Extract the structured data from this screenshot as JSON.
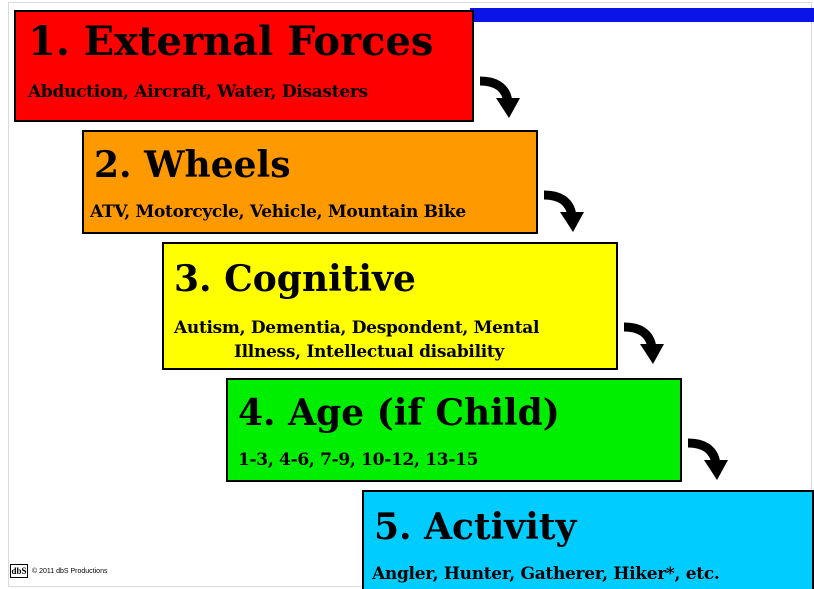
{
  "steps": [
    {
      "title": "1.  External Forces",
      "subtitle": "Abduction, Aircraft, Water, Disasters",
      "color": "#ff0000"
    },
    {
      "title": "2. Wheels",
      "subtitle": "ATV,  Motorcycle, Vehicle, Mountain Bike",
      "color": "#ff9900"
    },
    {
      "title": "3. Cognitive",
      "subtitle_line1": "Autism, Dementia, Despondent, Mental",
      "subtitle_line2": "Illness, Intellectual disability",
      "color": "#ffff00"
    },
    {
      "title": "4. Age (if Child)",
      "subtitle": "1-3, 4-6, 7-9, 10-12, 13-15",
      "color": "#00ee00"
    },
    {
      "title": "5. Activity",
      "subtitle": "Angler, Hunter, Gatherer, Hiker*, etc.",
      "color": "#00ccff"
    }
  ],
  "accent_bar_color": "#0a14e6",
  "footer": {
    "logo": "dbS",
    "text": "© 2011 dbS Productions"
  },
  "icons": [
    "curved-arrow-icon"
  ]
}
